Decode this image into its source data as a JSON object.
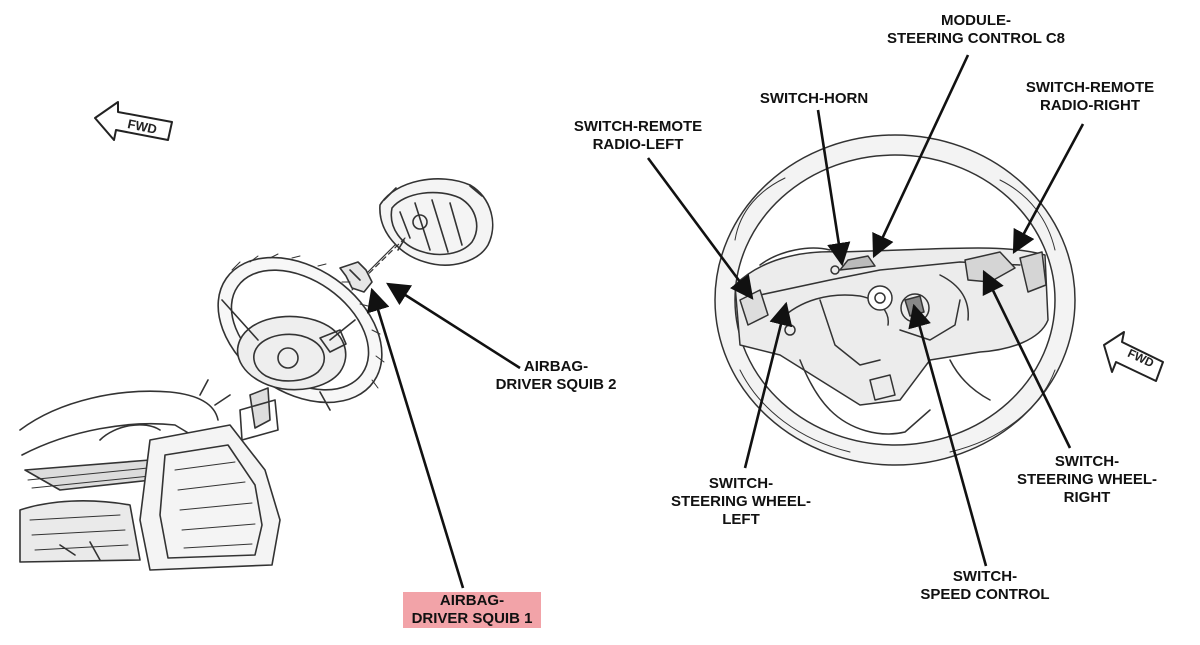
{
  "colors": {
    "line": "#222222",
    "fill": "#e8e8e8",
    "highlight": "#f2a3a8"
  },
  "fwd_left": {
    "text": "FWD"
  },
  "fwd_right": {
    "text": "FWD"
  },
  "labels": {
    "airbag_squib2": {
      "line1": "AIRBAG-",
      "line2": "DRIVER SQUIB 2"
    },
    "airbag_squib1": {
      "line1": "AIRBAG-",
      "line2": "DRIVER SQUIB 1",
      "highlighted": true
    },
    "module_steering": {
      "line1": "MODULE-",
      "line2": "STEERING CONTROL C8"
    },
    "switch_horn": {
      "line1": "SWITCH-HORN"
    },
    "switch_remote_left": {
      "line1": "SWITCH-REMOTE",
      "line2": "RADIO-LEFT"
    },
    "switch_remote_right": {
      "line1": "SWITCH-REMOTE",
      "line2": "RADIO-RIGHT"
    },
    "switch_wheel_left": {
      "line1": "SWITCH-",
      "line2": "STEERING WHEEL-",
      "line3": "LEFT"
    },
    "switch_wheel_right": {
      "line1": "SWITCH-",
      "line2": "STEERING WHEEL-",
      "line3": "RIGHT"
    },
    "switch_speed": {
      "line1": "SWITCH-",
      "line2": "SPEED CONTROL"
    }
  }
}
